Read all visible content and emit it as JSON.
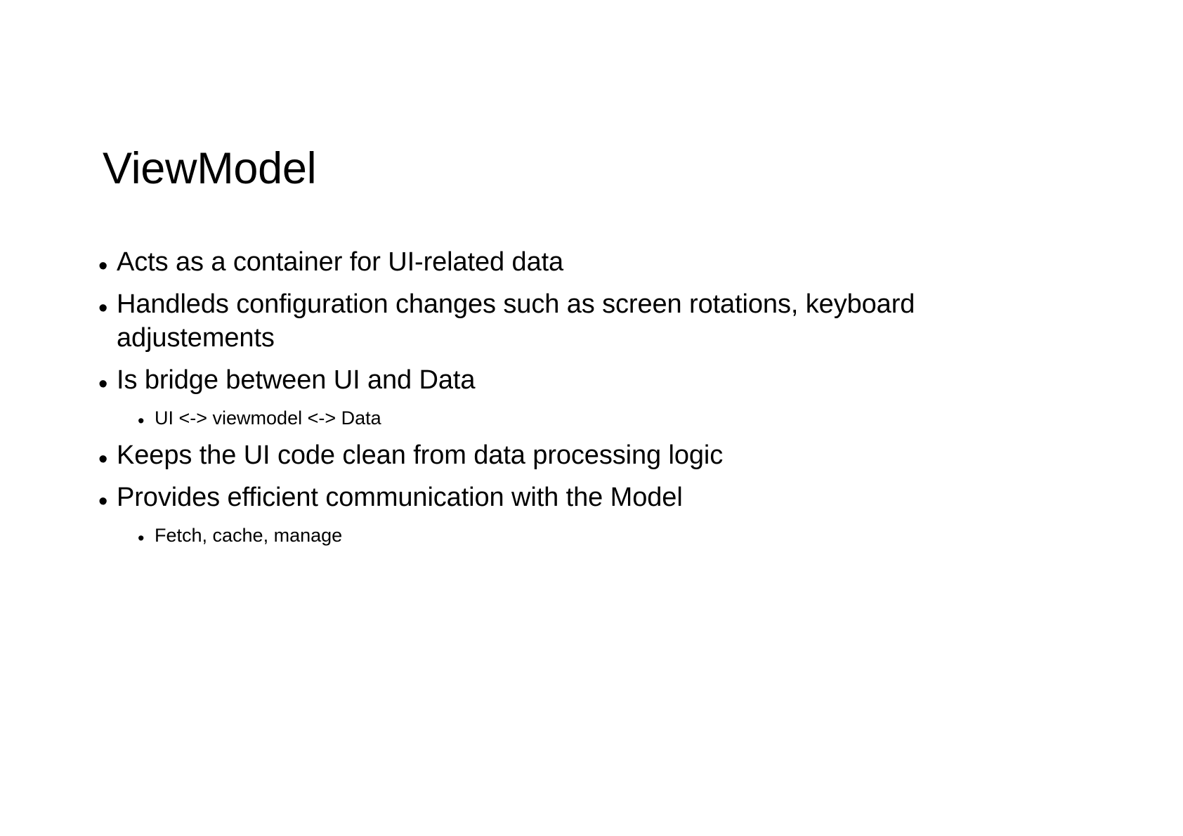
{
  "slide": {
    "title": "ViewModel",
    "bullet_marker": "•",
    "background_color": "#ffffff",
    "text_color": "#000000",
    "content": [
      {
        "level": 1,
        "text": "Acts as a container for UI-related data"
      },
      {
        "level": 1,
        "text": "Handleds configuration changes such as screen rotations, keyboard adjustements"
      },
      {
        "level": 1,
        "text": "Is bridge between UI and Data"
      },
      {
        "level": 2,
        "text": "UI <-> viewmodel <-> Data"
      },
      {
        "level": 1,
        "text": "Keeps the UI code clean from data processing logic"
      },
      {
        "level": 1,
        "text": "Provides efficient communication with the Model"
      },
      {
        "level": 2,
        "text": "Fetch, cache, manage"
      }
    ]
  }
}
